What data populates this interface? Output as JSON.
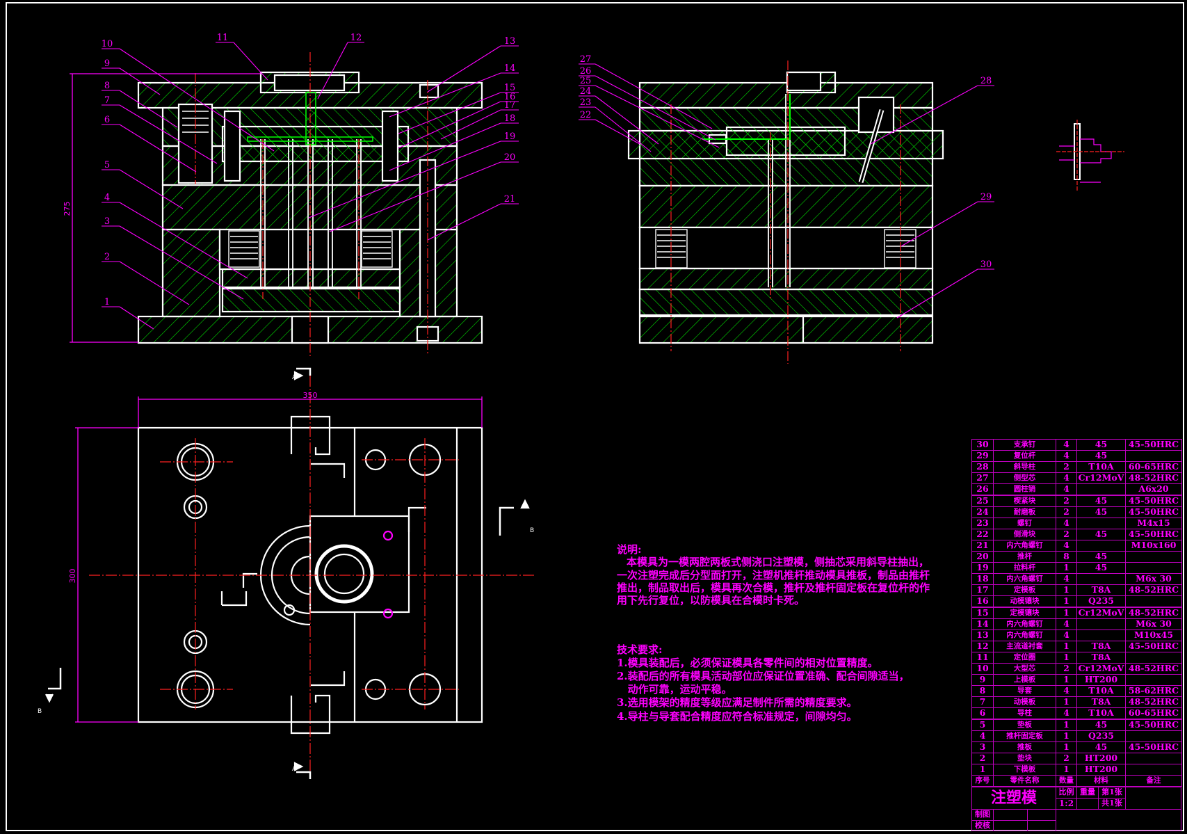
{
  "drawing": {
    "callouts": [
      "1",
      "2",
      "3",
      "4",
      "5",
      "6",
      "7",
      "8",
      "9",
      "10",
      "11",
      "12",
      "13",
      "14",
      "15",
      "16",
      "17",
      "18",
      "19",
      "20",
      "21",
      "22",
      "23",
      "24",
      "25",
      "26",
      "27",
      "28",
      "29",
      "30"
    ],
    "dimensions": {
      "total_height": "275",
      "plan_width": "350",
      "plan_height": "300"
    },
    "section_marks": {
      "a": "A",
      "b": "B"
    }
  },
  "notes": {
    "title": "说明:",
    "lines": [
      "本模具为一模两腔两板式侧浇口注塑模，侧抽芯采用斜导柱抽出，",
      "一次注塑完成后分型面打开，注塑机推杆推动模具推板，制品由推杆",
      "推出，制品取出后，模具再次合模，推杆及推杆固定板在复位杆的作",
      "用下先行复位，以防模具在合模时卡死。"
    ]
  },
  "tech": {
    "title": "技术要求:",
    "items": [
      "1.模具装配后，必须保证模具各零件间的相对位置精度。",
      "2.装配后的所有模具活动部位应保证位置准确、配合间隙适当，",
      "   动作可靠，运动平稳。",
      "3.选用模架的精度等级应满足制件所需的精度要求。",
      "4.导柱与导套配合精度应符合标准规定，间隙均匀。"
    ]
  },
  "bom": {
    "header": [
      "序号",
      "零件名称",
      "数量",
      "材料",
      "备注"
    ],
    "rows": [
      [
        "30",
        "支承钉",
        "4",
        "45",
        "45-50HRC"
      ],
      [
        "29",
        "复位杆",
        "4",
        "45",
        ""
      ],
      [
        "28",
        "斜导柱",
        "2",
        "T10A",
        "60-65HRC"
      ],
      [
        "27",
        "侧型芯",
        "4",
        "Cr12MoV",
        "48-52HRC"
      ],
      [
        "26",
        "圆柱销",
        "4",
        "",
        "A6x20"
      ],
      [
        "25",
        "楔紧块",
        "2",
        "45",
        "45-50HRC"
      ],
      [
        "24",
        "耐磨板",
        "2",
        "45",
        "45-50HRC"
      ],
      [
        "23",
        "螺钉",
        "4",
        "",
        "M4x15"
      ],
      [
        "22",
        "侧滑块",
        "2",
        "45",
        "45-50HRC"
      ],
      [
        "21",
        "内六角螺钉",
        "4",
        "",
        "M10x160"
      ],
      [
        "20",
        "推杆",
        "8",
        "45",
        ""
      ],
      [
        "19",
        "拉料杆",
        "1",
        "45",
        ""
      ],
      [
        "18",
        "内六角螺钉",
        "4",
        "",
        "M6x 30"
      ],
      [
        "17",
        "定模板",
        "1",
        "T8A",
        "48-52HRC"
      ],
      [
        "16",
        "动模镶块",
        "1",
        "Q235",
        ""
      ],
      [
        "15",
        "定模镶块",
        "1",
        "Cr12MoV",
        "48-52HRC"
      ],
      [
        "14",
        "内六角螺钉",
        "4",
        "",
        "M6x 30"
      ],
      [
        "13",
        "内六角螺钉",
        "4",
        "",
        "M10x45"
      ],
      [
        "12",
        "主流道衬套",
        "1",
        "T8A",
        "45-50HRC"
      ],
      [
        "11",
        "定位圈",
        "1",
        "T8A",
        ""
      ],
      [
        "10",
        "大型芯",
        "2",
        "Cr12MoV",
        "48-52HRC"
      ],
      [
        "9",
        "上模板",
        "1",
        "HT200",
        ""
      ],
      [
        "8",
        "导套",
        "4",
        "T10A",
        "58-62HRC"
      ],
      [
        "7",
        "动模板",
        "1",
        "T8A",
        "48-52HRC"
      ],
      [
        "6",
        "导柱",
        "4",
        "T10A",
        "60-65HRC"
      ],
      [
        "5",
        "垫板",
        "1",
        "45",
        "45-50HRC"
      ],
      [
        "4",
        "推杆固定板",
        "1",
        "Q235",
        ""
      ],
      [
        "3",
        "推板",
        "1",
        "45",
        "45-50HRC"
      ],
      [
        "2",
        "垫块",
        "2",
        "HT200",
        ""
      ],
      [
        "1",
        "下模板",
        "1",
        "HT200",
        ""
      ]
    ]
  },
  "title_block": {
    "title": "注塑模",
    "scale_label": "比例",
    "weight_label": "重量",
    "sheet_label": "第1张",
    "scale_value": "1:2",
    "total_sheets": "共1张",
    "drawn_by_label": "制图",
    "checked_by_label": "校核"
  },
  "colors": {
    "background": "#000000",
    "outline": "#ffffff",
    "hatch": "#00ff00",
    "annotation": "#ff00ff",
    "centerline": "#ff0000"
  }
}
